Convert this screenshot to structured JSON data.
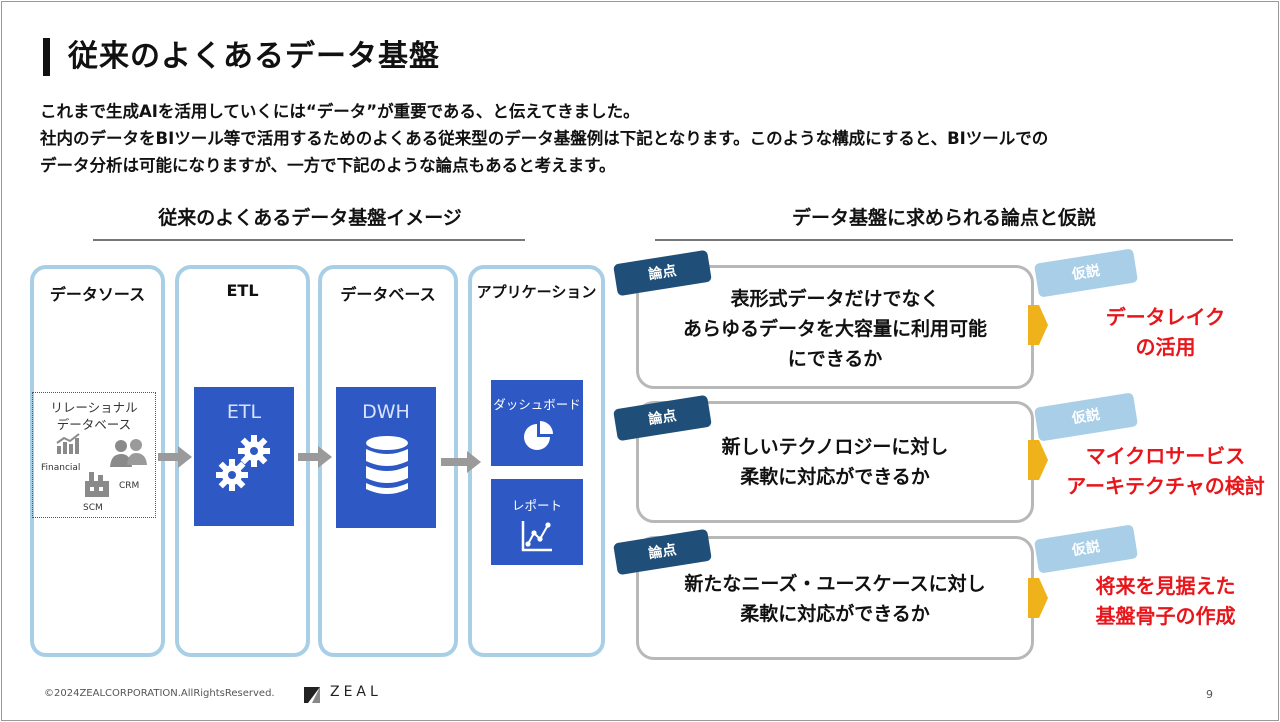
{
  "title": "従来のよくあるデータ基盤",
  "intro": "これまで生成AIを活用していくには“データ”が重要である、と伝えてきました。\n社内のデータをBIツール等で活用するためのよくある従来型のデータ基盤例は下記となります。このような構成にすると、BIツールでの\nデータ分析は可能になりますが、一方で下記のような論点もあると考えます。",
  "left_section_title": "従来のよくあるデータ基盤イメージ",
  "right_section_title": "データ基盤に求められる論点と仮説",
  "columns": [
    {
      "label": "データソース"
    },
    {
      "label": "ETL"
    },
    {
      "label": "データベース"
    },
    {
      "label": "アプリケーション"
    }
  ],
  "source": {
    "title": "リレーショナル\nデータベース",
    "items": [
      "Financial",
      "CRM",
      "SCM"
    ]
  },
  "etl_tile": "ETL",
  "dwh_tile": "DWH",
  "app_tiles": [
    "ダッシュボード",
    "レポート"
  ],
  "issue_tag": "論点",
  "hypothesis_tag": "仮説",
  "issues": [
    {
      "text": "表形式データだけでなく\nあらゆるデータを大容量に利用可能\nにできるか",
      "result": "データレイク\nの活用"
    },
    {
      "text": "新しいテクノロジーに対し\n柔軟に対応ができるか",
      "result": "マイクロサービス\nアーキテクチャの検討"
    },
    {
      "text": "新たなニーズ・ユースケースに対し\n柔軟に対応ができるか",
      "result": "将来を見据えた\n基盤骨子の作成"
    }
  ],
  "footer": {
    "copyright": "©2024ZEALCORPORATION.AllRightsReserved.",
    "logo": "ZEAL",
    "page": "9"
  },
  "colors": {
    "tile_blue": "#2e59c5",
    "column_border": "#a9cfe6",
    "tag_navy": "#1f4e79",
    "tag_light": "#a9cfe8",
    "chevron": "#f0b21a",
    "result_red": "#e8161b"
  },
  "icons": [
    "gears-icon",
    "database-icon",
    "pie-chart-icon",
    "line-chart-icon",
    "bar-growth-icon",
    "users-icon",
    "factory-icon",
    "logo-mark-icon"
  ]
}
